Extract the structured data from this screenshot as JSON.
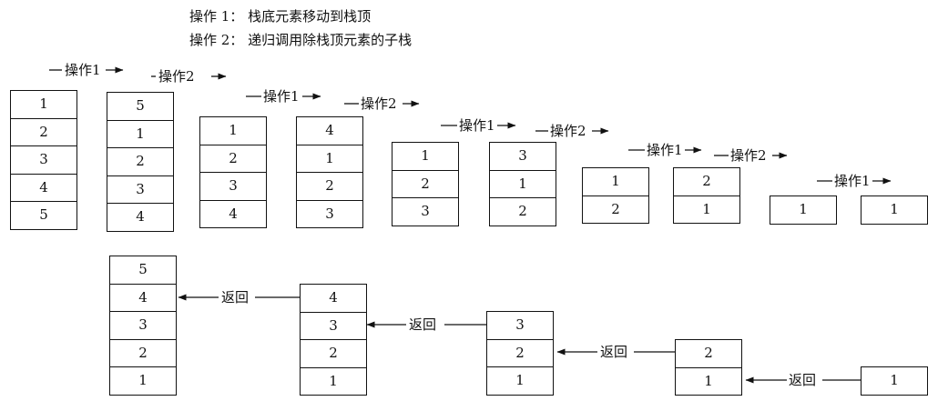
{
  "legend": {
    "line1": "操作 1： 栈底元素移动到栈顶",
    "line2": "操作 2： 递归调用除栈顶元素的子栈"
  },
  "operations": {
    "op1": "操作1",
    "op2": "操作2",
    "return": "返回"
  },
  "top_row_stacks": [
    [
      "1",
      "2",
      "3",
      "4",
      "5"
    ],
    [
      "5",
      "1",
      "2",
      "3",
      "4"
    ],
    [
      "1",
      "2",
      "3",
      "4"
    ],
    [
      "4",
      "1",
      "2",
      "3"
    ],
    [
      "1",
      "2",
      "3"
    ],
    [
      "3",
      "1",
      "2"
    ],
    [
      "1",
      "2"
    ],
    [
      "2",
      "1"
    ],
    [
      "1"
    ],
    [
      "1"
    ]
  ],
  "bottom_row_stacks": [
    [
      "5",
      "4",
      "3",
      "2",
      "1"
    ],
    [
      "4",
      "3",
      "2",
      "1"
    ],
    [
      "3",
      "2",
      "1"
    ],
    [
      "2",
      "1"
    ],
    [
      "1"
    ]
  ]
}
